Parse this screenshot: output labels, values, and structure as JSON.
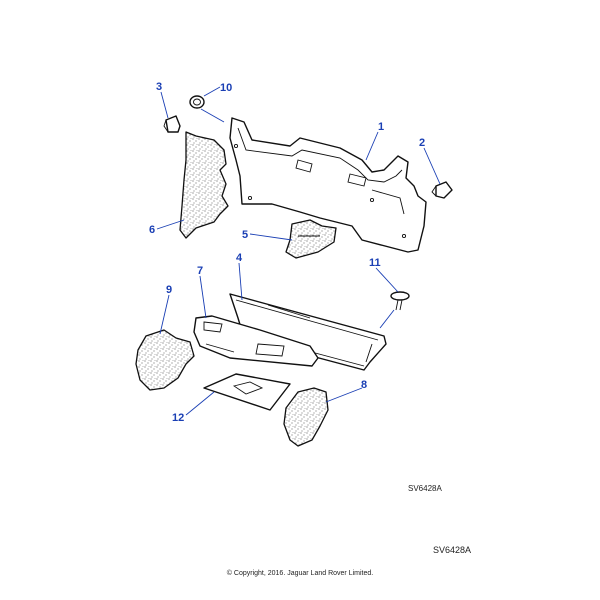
{
  "callouts": [
    {
      "id": "1",
      "label": "1"
    },
    {
      "id": "2",
      "label": "2"
    },
    {
      "id": "3",
      "label": "3"
    },
    {
      "id": "4",
      "label": "4"
    },
    {
      "id": "5",
      "label": "5"
    },
    {
      "id": "6",
      "label": "6"
    },
    {
      "id": "7",
      "label": "7"
    },
    {
      "id": "8",
      "label": "8"
    },
    {
      "id": "9",
      "label": "9"
    },
    {
      "id": "10",
      "label": "10"
    },
    {
      "id": "11",
      "label": "11"
    },
    {
      "id": "12",
      "label": "12"
    }
  ],
  "illustration_ref_inner": "SV6428A",
  "illustration_ref_outer": "SV6428A",
  "copyright": "© Copyright, 2016. Jaguar Land Rover Limited.",
  "colors": {
    "callout": "#1a3fb4",
    "line": "#111111",
    "background": "#ffffff"
  }
}
